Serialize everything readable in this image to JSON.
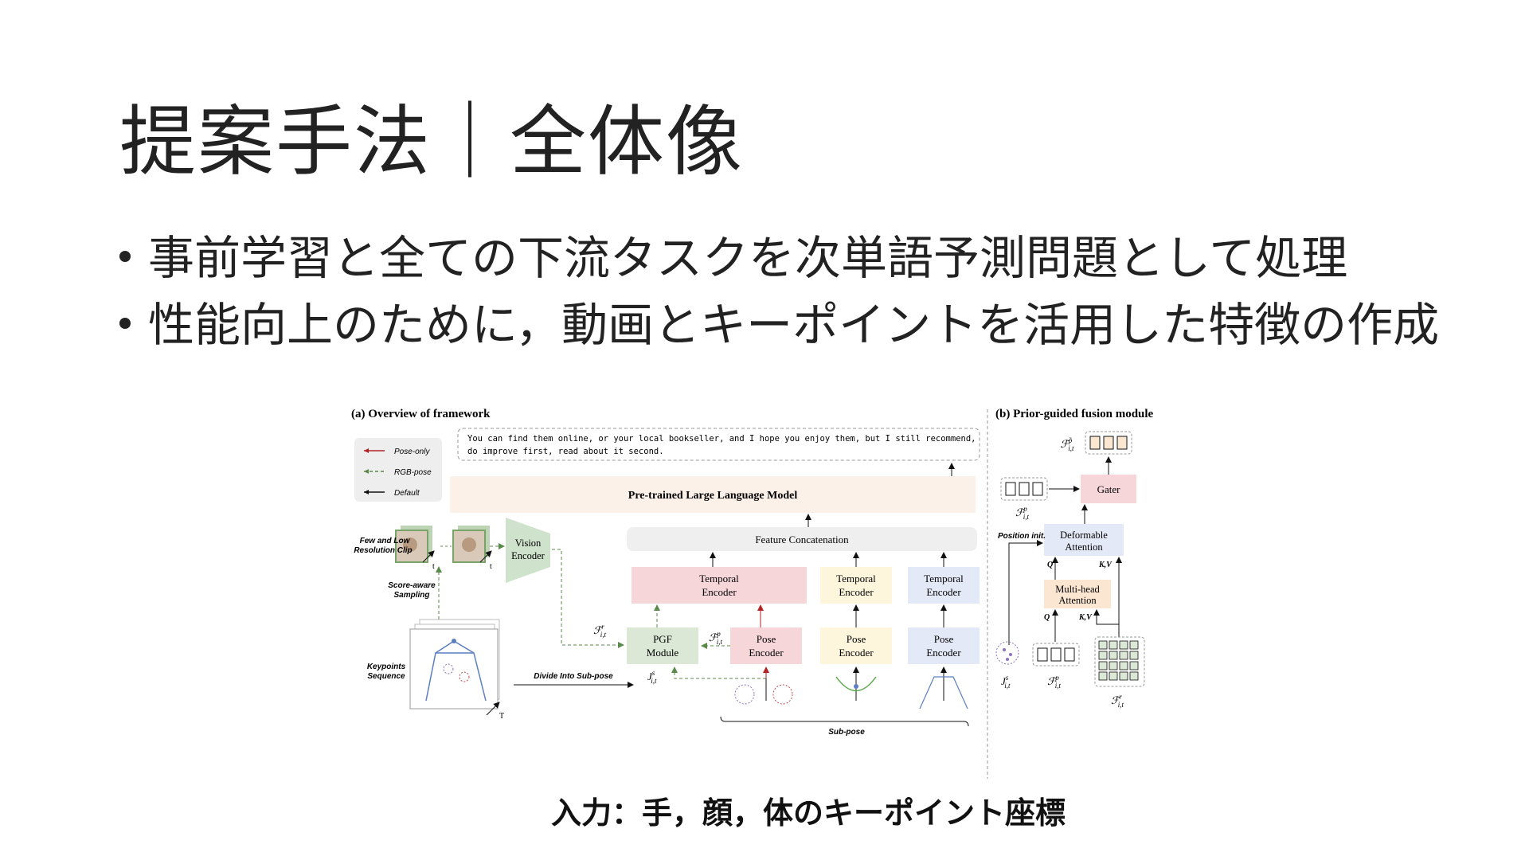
{
  "slide": {
    "title": "提案手法｜全体像",
    "bullets": [
      "事前学習と全ての下流タスクを次単語予測問題として処理",
      "性能向上のために，動画とキーポイントを活用した特徴の作成"
    ],
    "caption": "入力：手，顔，体のキーポイント座標"
  },
  "figure": {
    "panel_a_title": "(a) Overview of framework",
    "panel_b_title": "(b) Prior-guided fusion module",
    "output_text_line1": "You can find them online, or your local bookseller, and I hope you enjoy them, but I still recommend,",
    "output_text_line2": "do improve first, read about it second.",
    "legend": {
      "pose_only": "Pose-only",
      "rgb_pose": "RGB-pose",
      "default": "Default"
    },
    "llm": "Pre-trained Large Language Model",
    "feature_concat": "Feature Concatenation",
    "vision_encoder_l1": "Vision",
    "vision_encoder_l2": "Encoder",
    "temporal_l1": "Temporal",
    "temporal_l2": "Encoder",
    "pose_l1": "Pose",
    "pose_l2": "Encoder",
    "pgf_l1": "PGF",
    "pgf_l2": "Module",
    "clip_label_l1": "Few and Low",
    "clip_label_l2": "Resolution Clip",
    "sampling_l1": "Score-aware",
    "sampling_l2": "Sampling",
    "keypoints_l1": "Keypoints",
    "keypoints_l2": "Sequence",
    "divide": "Divide Into Sub-pose",
    "subpose": "Sub-pose",
    "axis_t": "t",
    "axis_T": "T",
    "gater": "Gater",
    "deformable_l1": "Deformable",
    "deformable_l2": "Attention",
    "mha_l1": "Multi-head",
    "mha_l2": "Attention",
    "position_init": "Position init.",
    "q": "Q",
    "kv": "K,V",
    "sym_F": "ℱ",
    "sym_J": "J",
    "sub_it": "i,t",
    "sup_r": "r",
    "sup_p": "p",
    "sup_s": "s",
    "sup_ptilde": "p̃"
  },
  "colors": {
    "llm_fill": "#fbf1e9",
    "concat_fill": "#efefef",
    "temporal_pink": "#f7d6da",
    "temporal_yellow": "#fdf6dc",
    "temporal_blue": "#e3e9f6",
    "pgf_fill": "#dbe8d6",
    "vision_fill": "#cfe2cc",
    "gater_fill": "#f7d6da",
    "mha_fill": "#fbe6d2",
    "deform_fill": "#e3e9f6",
    "arrow_red": "#b22222",
    "arrow_green": "#5a8a4a"
  }
}
